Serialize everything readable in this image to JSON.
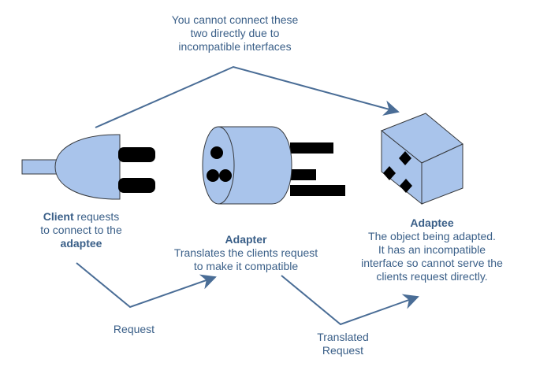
{
  "top_note": {
    "line1": "You cannot connect these",
    "line2": "two directly due to",
    "line3": "incompatible interfaces"
  },
  "client": {
    "bold_prefix": "Client",
    "text1": " requests",
    "text2": "to connect to the",
    "bold_suffix": "adaptee"
  },
  "adapter": {
    "title": "Adapter",
    "line1": "Translates the clients request",
    "line2": "to make it compatible"
  },
  "adaptee": {
    "title": "Adaptee",
    "line1": "The object being adapted.",
    "line2": "It has an incompatible",
    "line3": "interface so cannot serve the",
    "line4": "clients request directly."
  },
  "edges": {
    "request": "Request",
    "translated_line1": "Translated",
    "translated_line2": "Request"
  },
  "colors": {
    "fill": "#a9c4eb",
    "stroke": "#36393d",
    "arrow": "#4a6d96",
    "text": "#3a5f88"
  },
  "icons": [
    "plug-icon",
    "adapter-icon",
    "adaptee-cube-icon"
  ]
}
